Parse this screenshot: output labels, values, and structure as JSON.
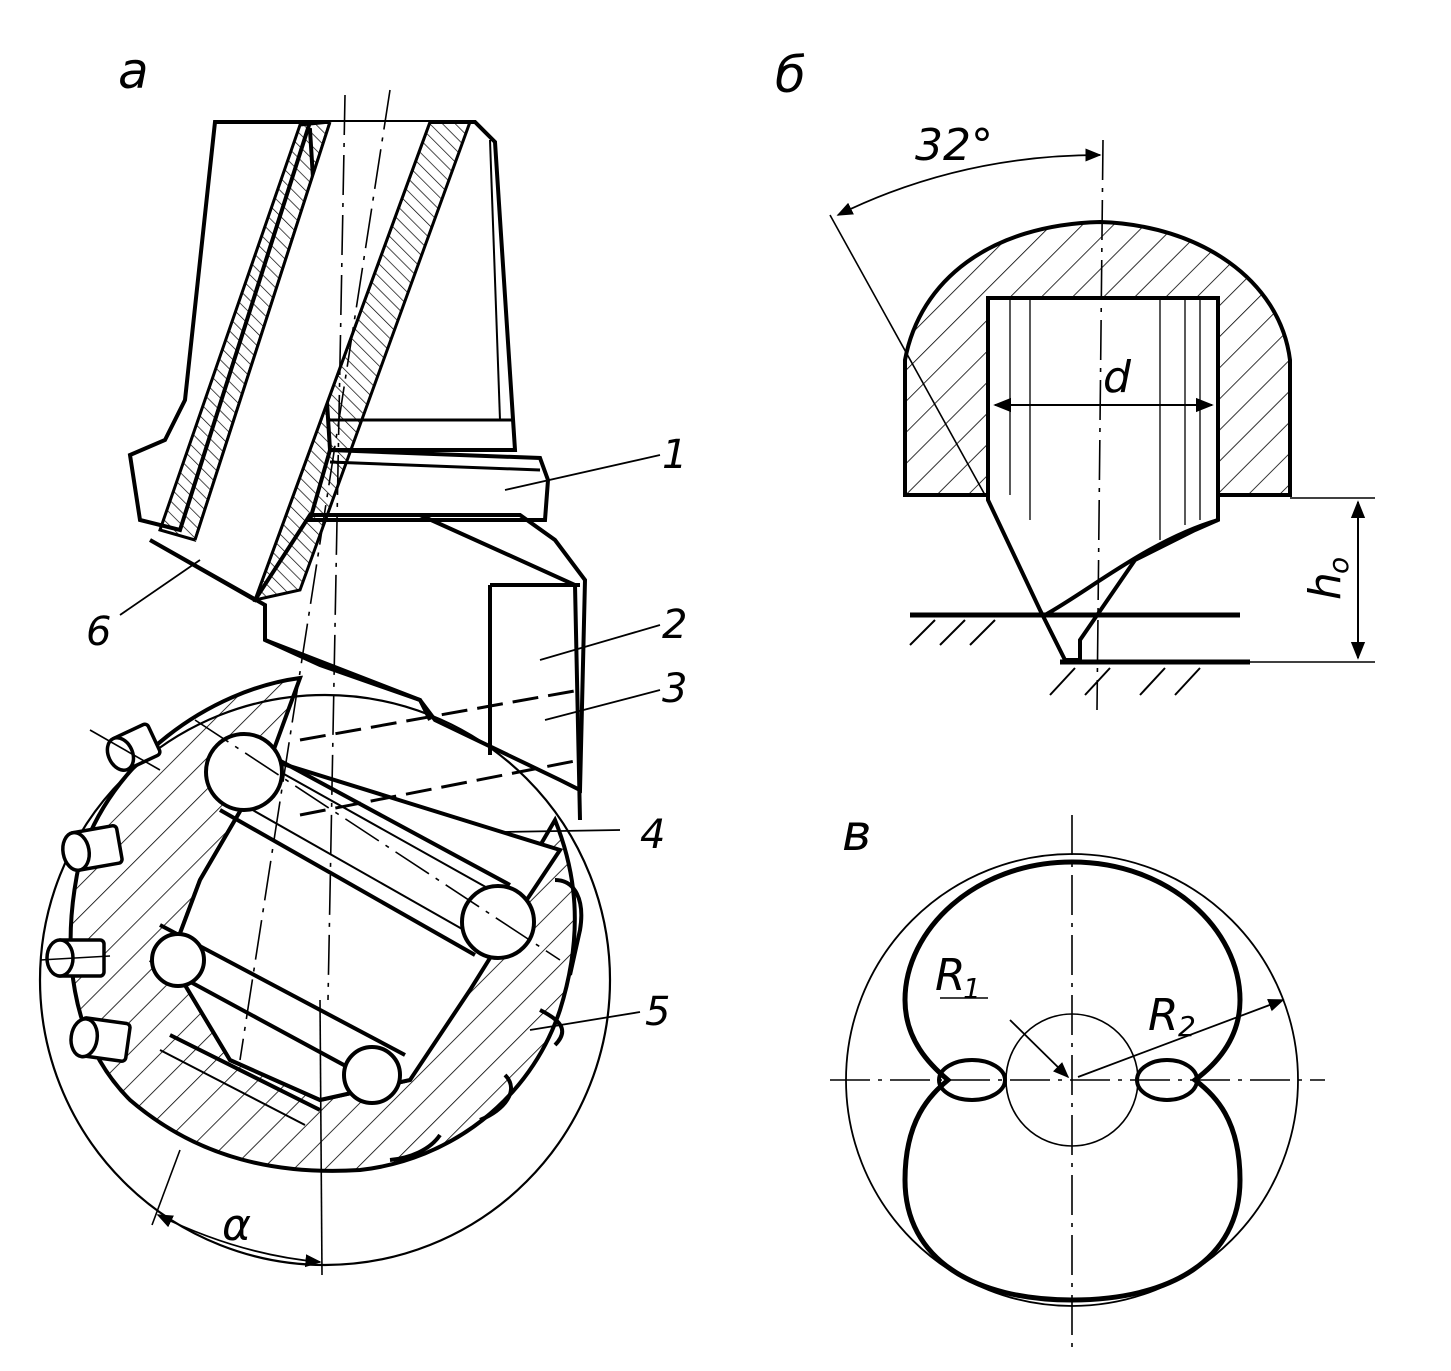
{
  "panels": {
    "a": {
      "label": "а",
      "angle_label": "α"
    },
    "b": {
      "label": "б",
      "angle_label": "32°",
      "diameter_label": "d",
      "height_label_main": "h",
      "height_label_sub": "o"
    },
    "c": {
      "label": "в",
      "r1_label_main": "R",
      "r1_label_sub": "1",
      "r2_label_main": "R",
      "r2_label_sub": "2"
    }
  },
  "callouts": [
    "1",
    "2",
    "3",
    "4",
    "5",
    "6"
  ],
  "colors": {
    "ink": "#000000",
    "paper": "#ffffff"
  }
}
